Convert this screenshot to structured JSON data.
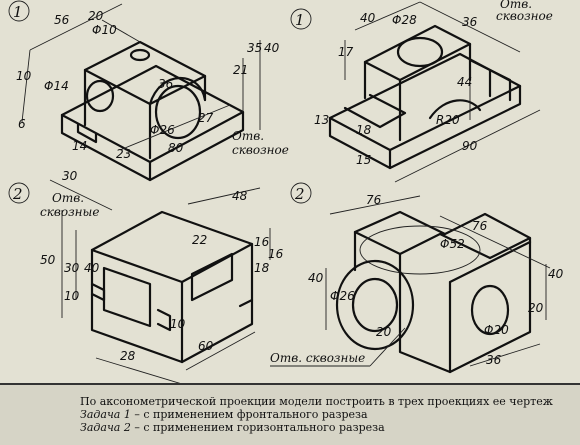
{
  "tasks": {
    "t1": "1",
    "t2": "2"
  },
  "part1": {
    "dims": [
      "56",
      "20",
      "Φ10",
      "35",
      "40",
      "10",
      "Φ14",
      "21",
      "36",
      "6",
      "27",
      "Φ26",
      "14",
      "23",
      "80",
      "30"
    ],
    "note_line1": "Отв.",
    "note_line2": "сквозное"
  },
  "part2": {
    "dims": [
      "40",
      "Φ28",
      "36",
      "17",
      "44",
      "13",
      "18",
      "R20",
      "15",
      "90"
    ],
    "note_line1": "Отв.",
    "note_line2": "сквозное"
  },
  "part3": {
    "dims": [
      "48",
      "50",
      "30",
      "10",
      "40",
      "22",
      "16",
      "18",
      "16",
      "10",
      "28",
      "60"
    ],
    "note_line1": "Отв.",
    "note_line2": "сквозные"
  },
  "part4": {
    "dims": [
      "76",
      "76",
      "Φ52",
      "40",
      "Φ26",
      "20",
      "Φ20",
      "40",
      "20",
      "36"
    ],
    "note": "Отв. сквозные"
  },
  "caption": {
    "line1": "По аксонометрической проекции модели построить в трех проекциях ее чертеж",
    "line2_label": "Задача 1",
    "line2_rest": " – с применением фронтального разреза",
    "line3_label": "Задача 2",
    "line3_rest": " – с применением горизонтального разреза"
  }
}
